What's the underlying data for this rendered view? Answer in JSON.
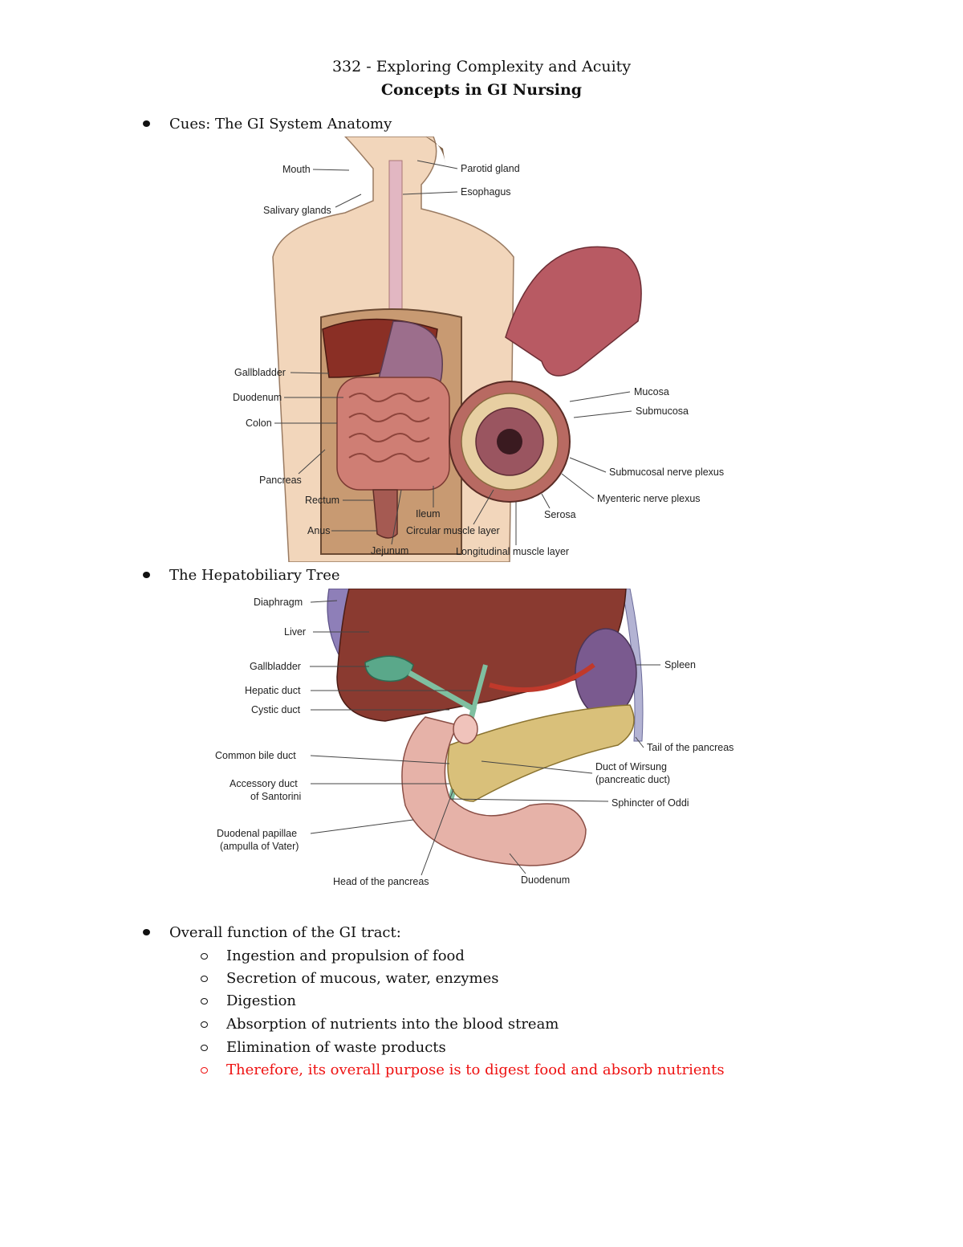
{
  "header": {
    "course": "332 - Exploring Complexity and Acuity",
    "title": "Concepts in GI Nursing"
  },
  "bullets": {
    "b1": "Cues: The GI System Anatomy",
    "b2": "The Hepatobiliary Tree",
    "b3": "Overall function of the GI tract:"
  },
  "functions": [
    "Ingestion and propulsion of food",
    "Secretion of mucous, water, enzymes",
    "Digestion",
    "Absorption of nutrients into the blood stream",
    "Elimination of waste products",
    "Therefore, its overall purpose is to digest food and absorb nutrients"
  ],
  "figure1": {
    "labels": [
      "Mouth",
      "Parotid gland",
      "Esophagus",
      "Salivary glands",
      "Gallbladder",
      "Duodenum",
      "Colon",
      "Pancreas",
      "Rectum",
      "Anus",
      "Jejunum",
      "Ileum",
      "Circular muscle layer",
      "Longitudinal muscle layer",
      "Serosa",
      "Mucosa",
      "Submucosa",
      "Submucosal nerve plexus",
      "Myenteric nerve plexus"
    ]
  },
  "figure2": {
    "labels": [
      "Diaphragm",
      "Liver",
      "Gallbladder",
      "Hepatic duct",
      "Cystic duct",
      "Common bile duct",
      "Accessory duct",
      "of Santorini",
      "Duodenal papillae",
      "(ampulla of Vater)",
      "Head of the pancreas",
      "Duodenum",
      "Spleen",
      "Tail of the pancreas",
      "Duct of Wirsung",
      "(pancreatic duct)",
      "Sphincter of Oddi"
    ]
  },
  "colors": {
    "accent_red": "#ee1111"
  }
}
